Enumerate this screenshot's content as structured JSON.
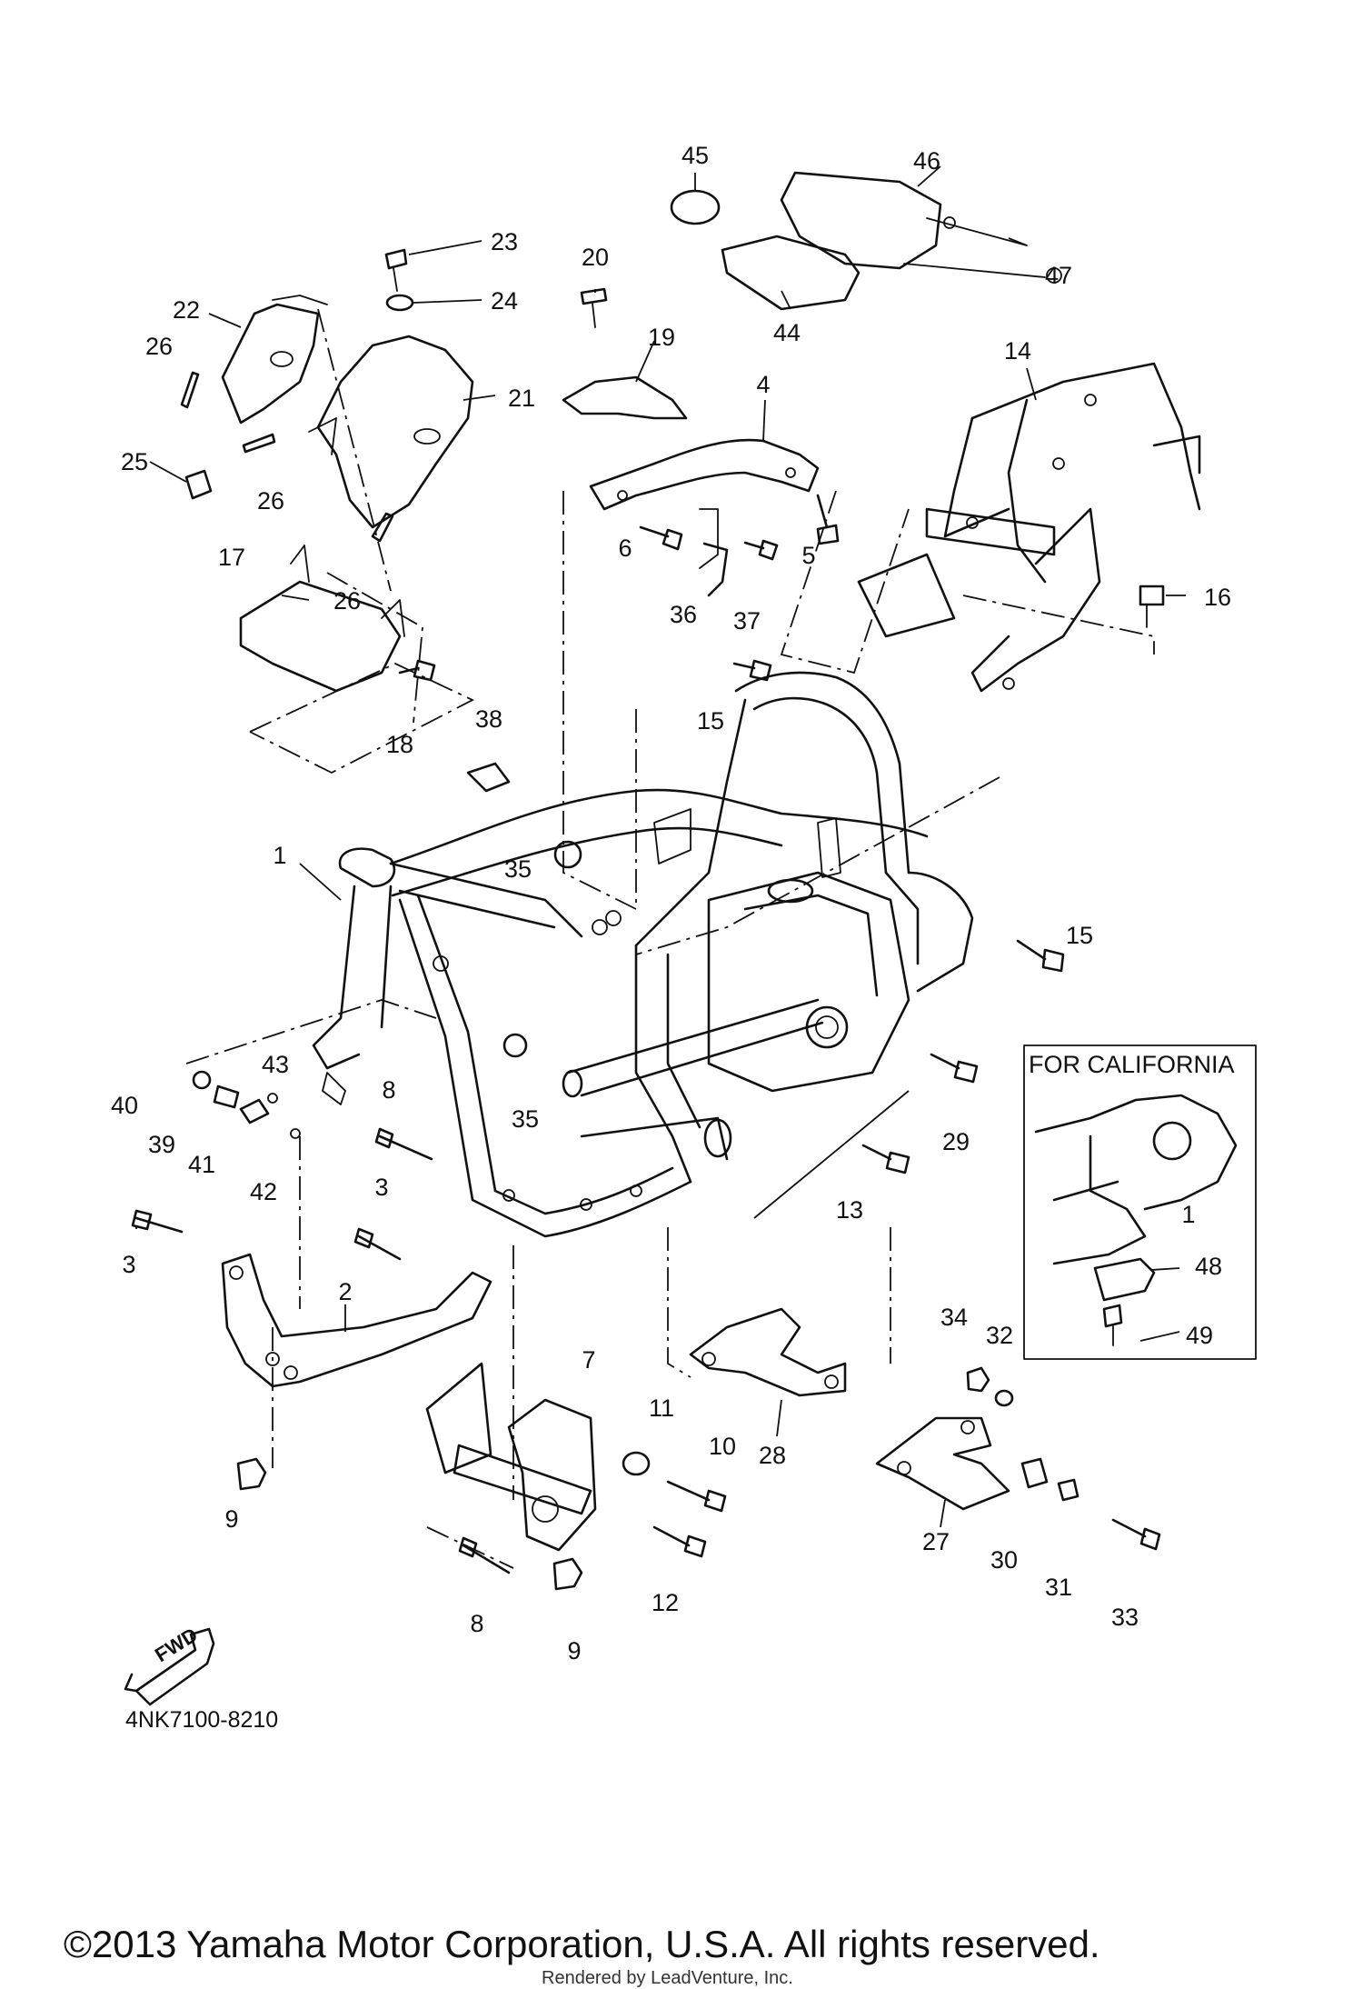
{
  "diagram": {
    "drawing_code": "4NK7100-8210",
    "copyright": "©2013 Yamaha Motor Corporation, U.S.A. All rights reserved.",
    "rendered_by": "Rendered by LeadVenture, Inc.",
    "california_box_title": "FOR CALIFORNIA",
    "direction_arrow_label": "FWD",
    "callouts": [
      {
        "id": "c1",
        "label": "1"
      },
      {
        "id": "c2",
        "label": "2"
      },
      {
        "id": "c3a",
        "label": "3"
      },
      {
        "id": "c3b",
        "label": "3"
      },
      {
        "id": "c4",
        "label": "4"
      },
      {
        "id": "c5",
        "label": "5"
      },
      {
        "id": "c6",
        "label": "6"
      },
      {
        "id": "c7",
        "label": "7"
      },
      {
        "id": "c8a",
        "label": "8"
      },
      {
        "id": "c8b",
        "label": "8"
      },
      {
        "id": "c9a",
        "label": "9"
      },
      {
        "id": "c9b",
        "label": "9"
      },
      {
        "id": "c10",
        "label": "10"
      },
      {
        "id": "c11",
        "label": "11"
      },
      {
        "id": "c12",
        "label": "12"
      },
      {
        "id": "c13",
        "label": "13"
      },
      {
        "id": "c14",
        "label": "14"
      },
      {
        "id": "c15a",
        "label": "15"
      },
      {
        "id": "c15b",
        "label": "15"
      },
      {
        "id": "c16",
        "label": "16"
      },
      {
        "id": "c17",
        "label": "17"
      },
      {
        "id": "c18",
        "label": "18"
      },
      {
        "id": "c19",
        "label": "19"
      },
      {
        "id": "c20",
        "label": "20"
      },
      {
        "id": "c21",
        "label": "21"
      },
      {
        "id": "c22",
        "label": "22"
      },
      {
        "id": "c23",
        "label": "23"
      },
      {
        "id": "c24",
        "label": "24"
      },
      {
        "id": "c25",
        "label": "25"
      },
      {
        "id": "c26a",
        "label": "26"
      },
      {
        "id": "c26b",
        "label": "26"
      },
      {
        "id": "c26c",
        "label": "26"
      },
      {
        "id": "c27",
        "label": "27"
      },
      {
        "id": "c28",
        "label": "28"
      },
      {
        "id": "c29",
        "label": "29"
      },
      {
        "id": "c30",
        "label": "30"
      },
      {
        "id": "c31",
        "label": "31"
      },
      {
        "id": "c32",
        "label": "32"
      },
      {
        "id": "c33",
        "label": "33"
      },
      {
        "id": "c34",
        "label": "34"
      },
      {
        "id": "c35a",
        "label": "35"
      },
      {
        "id": "c35b",
        "label": "35"
      },
      {
        "id": "c36",
        "label": "36"
      },
      {
        "id": "c37",
        "label": "37"
      },
      {
        "id": "c38",
        "label": "38"
      },
      {
        "id": "c39",
        "label": "39"
      },
      {
        "id": "c40",
        "label": "40"
      },
      {
        "id": "c41",
        "label": "41"
      },
      {
        "id": "c42",
        "label": "42"
      },
      {
        "id": "c43",
        "label": "43"
      },
      {
        "id": "c44",
        "label": "44"
      },
      {
        "id": "c45",
        "label": "45"
      },
      {
        "id": "c46",
        "label": "46"
      },
      {
        "id": "c47",
        "label": "47"
      },
      {
        "id": "c48",
        "label": "48"
      },
      {
        "id": "c49",
        "label": "49"
      },
      {
        "id": "c1ca",
        "label": "1"
      }
    ]
  }
}
